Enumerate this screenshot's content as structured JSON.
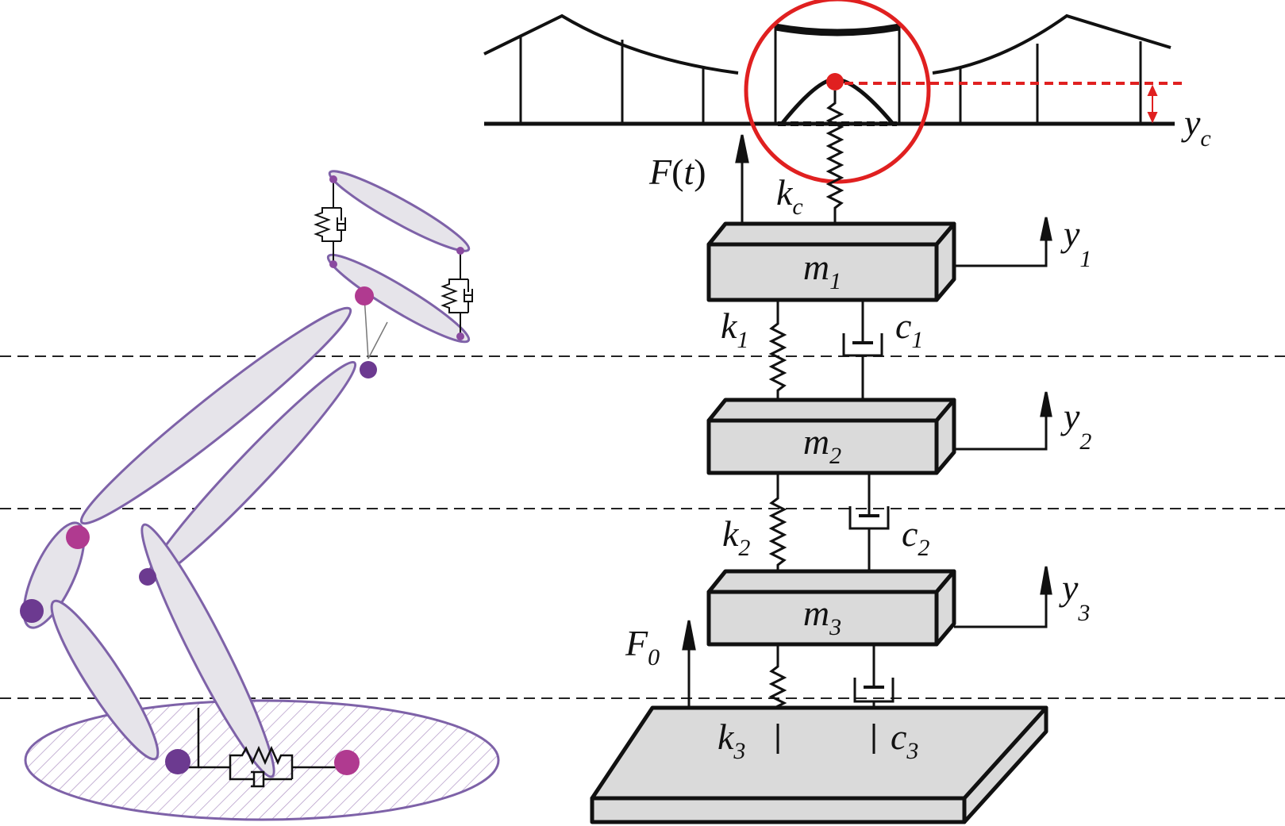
{
  "diagram": {
    "force_top": {
      "symbol": "F",
      "arg": "t"
    },
    "force_base": {
      "symbol": "F",
      "sub": "0"
    },
    "cable_stiffness": {
      "symbol": "k",
      "sub": "c"
    },
    "displacement_bridge": {
      "symbol": "y",
      "sub": "c"
    },
    "masses": [
      {
        "symbol": "m",
        "sub": "1"
      },
      {
        "symbol": "m",
        "sub": "2"
      },
      {
        "symbol": "m",
        "sub": "3"
      }
    ],
    "springs": [
      {
        "symbol": "k",
        "sub": "1"
      },
      {
        "symbol": "k",
        "sub": "2"
      },
      {
        "symbol": "k",
        "sub": "3"
      }
    ],
    "dampers": [
      {
        "symbol": "c",
        "sub": "1"
      },
      {
        "symbol": "c",
        "sub": "2"
      },
      {
        "symbol": "c",
        "sub": "3"
      }
    ],
    "displacements": [
      {
        "symbol": "y",
        "sub": "1"
      },
      {
        "symbol": "y",
        "sub": "2"
      },
      {
        "symbol": "y",
        "sub": "3"
      }
    ],
    "colors": {
      "highlight": "#e02020",
      "mass_fill": "#dadada",
      "limb_fill": "#e6e4ea",
      "limb_stroke": "#7e62a8",
      "joint_magenta": "#b03a90",
      "joint_purple": "#6c3a90"
    }
  }
}
